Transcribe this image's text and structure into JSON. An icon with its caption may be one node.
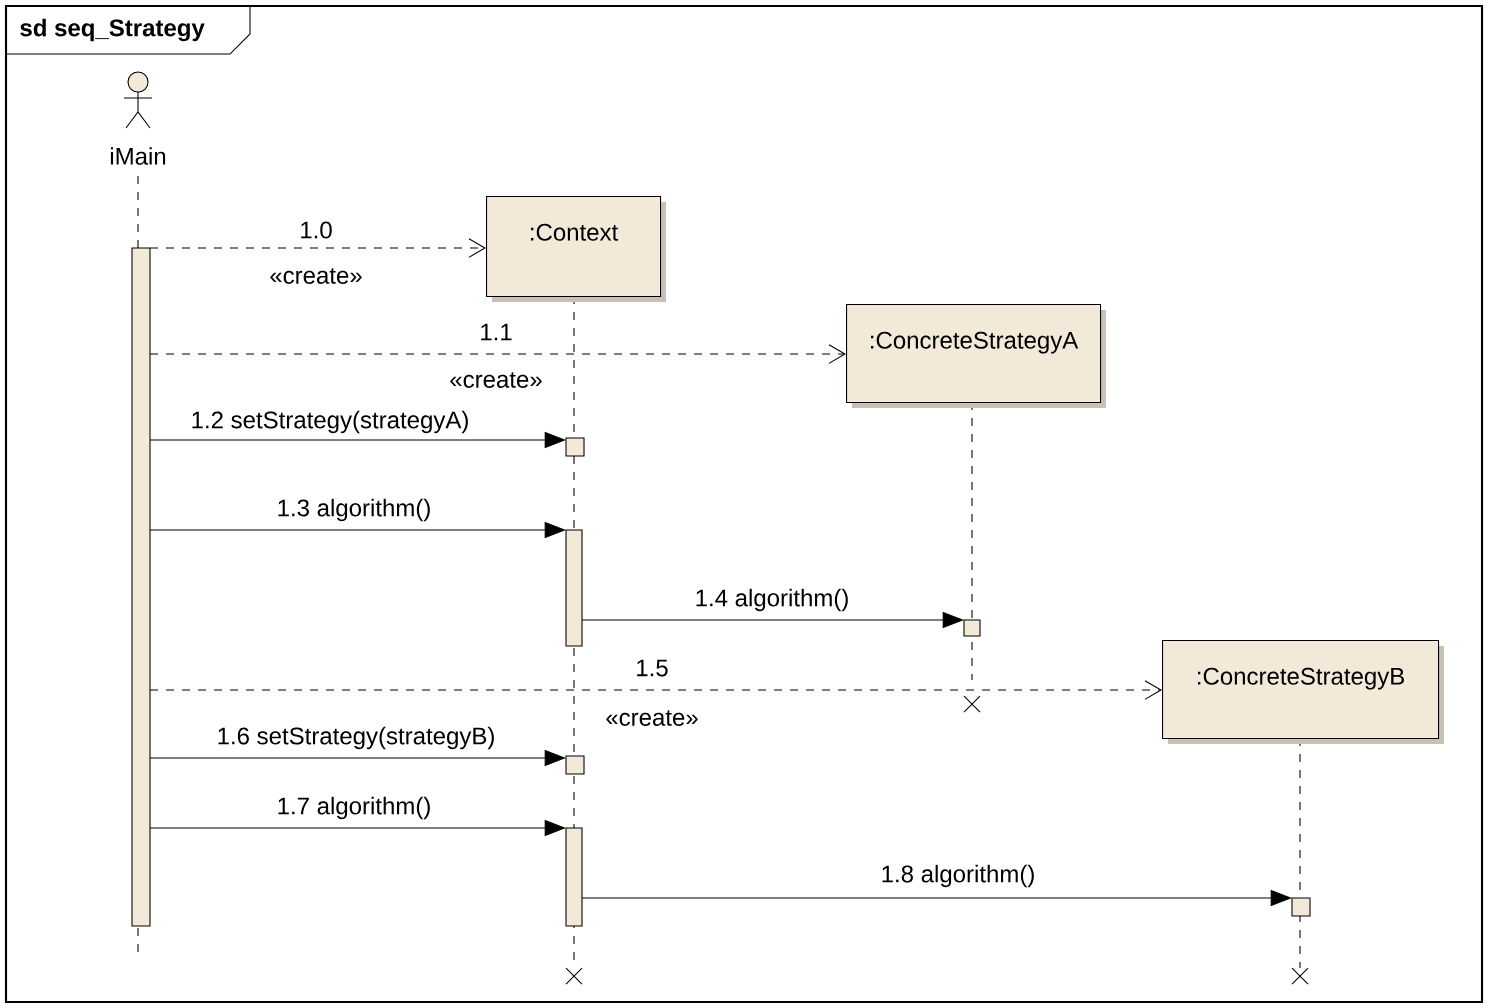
{
  "diagram": {
    "title": "sd seq_Strategy",
    "nodes": [
      {
        "text": [
          "iMain"
        ]
      },
      {
        "text": [
          ":Context"
        ]
      },
      {
        "text": [
          ":ConcreteStrategyA"
        ]
      },
      {
        "text": [
          ":ConcreteStrategyB"
        ]
      },
      {
        "text": [],
        "shape": "bar"
      },
      {
        "text": [],
        "shape": "box"
      },
      {
        "text": [],
        "shape": "bar"
      },
      {
        "text": [],
        "shape": "box"
      },
      {
        "text": [],
        "shape": "box"
      },
      {
        "text": [],
        "shape": "bar"
      },
      {
        "text": [],
        "shape": "box"
      }
    ],
    "edges": [
      {
        "from": 4,
        "to": 1,
        "arrow": "to",
        "label": "1.0",
        "style": "dashed"
      },
      {
        "from": 4,
        "to": 2,
        "arrow": "to",
        "label": "1.1",
        "style": "dashed"
      },
      {
        "from": 4,
        "to": 5,
        "arrow": "to",
        "label": "1.2 setStrategy(strategyA)"
      },
      {
        "from": 4,
        "to": 6,
        "arrow": "to",
        "label": "1.3 algorithm()"
      },
      {
        "from": 6,
        "to": 7,
        "arrow": "to",
        "label": "1.4 algorithm()"
      },
      {
        "from": 4,
        "to": 3,
        "arrow": "to",
        "label": "1.5",
        "style": "dashed"
      },
      {
        "from": 4,
        "to": 8,
        "arrow": "to",
        "label": "1.6 setStrategy(strategyB)"
      },
      {
        "from": 4,
        "to": 9,
        "arrow": "to",
        "label": "1.7 algorithm()"
      },
      {
        "from": 9,
        "to": 10,
        "arrow": "to",
        "label": "1.8 algorithm()"
      }
    ],
    "labels": [
      "«create»",
      "«create»",
      "«create»"
    ]
  }
}
